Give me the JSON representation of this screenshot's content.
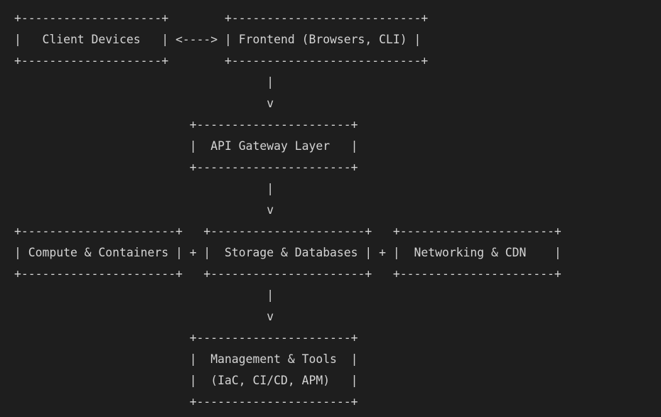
{
  "diagram": {
    "lines": [
      "+--------------------+        +---------------------------+",
      "|   Client Devices   | <----> | Frontend (Browsers, CLI) |",
      "+--------------------+        +---------------------------+",
      "                                    |",
      "                                    v",
      "                         +----------------------+",
      "                         |  API Gateway Layer   |",
      "                         +----------------------+",
      "                                    |",
      "                                    v",
      "+----------------------+   +----------------------+   +----------------------+",
      "| Compute & Containers | + |  Storage & Databases | + |  Networking & CDN    |",
      "+----------------------+   +----------------------+   +----------------------+",
      "                                    |",
      "                                    v",
      "                         +----------------------+",
      "                         |  Management & Tools  |",
      "                         |  (IaC, CI/CD, APM)   |",
      "                         +----------------------+"
    ]
  }
}
